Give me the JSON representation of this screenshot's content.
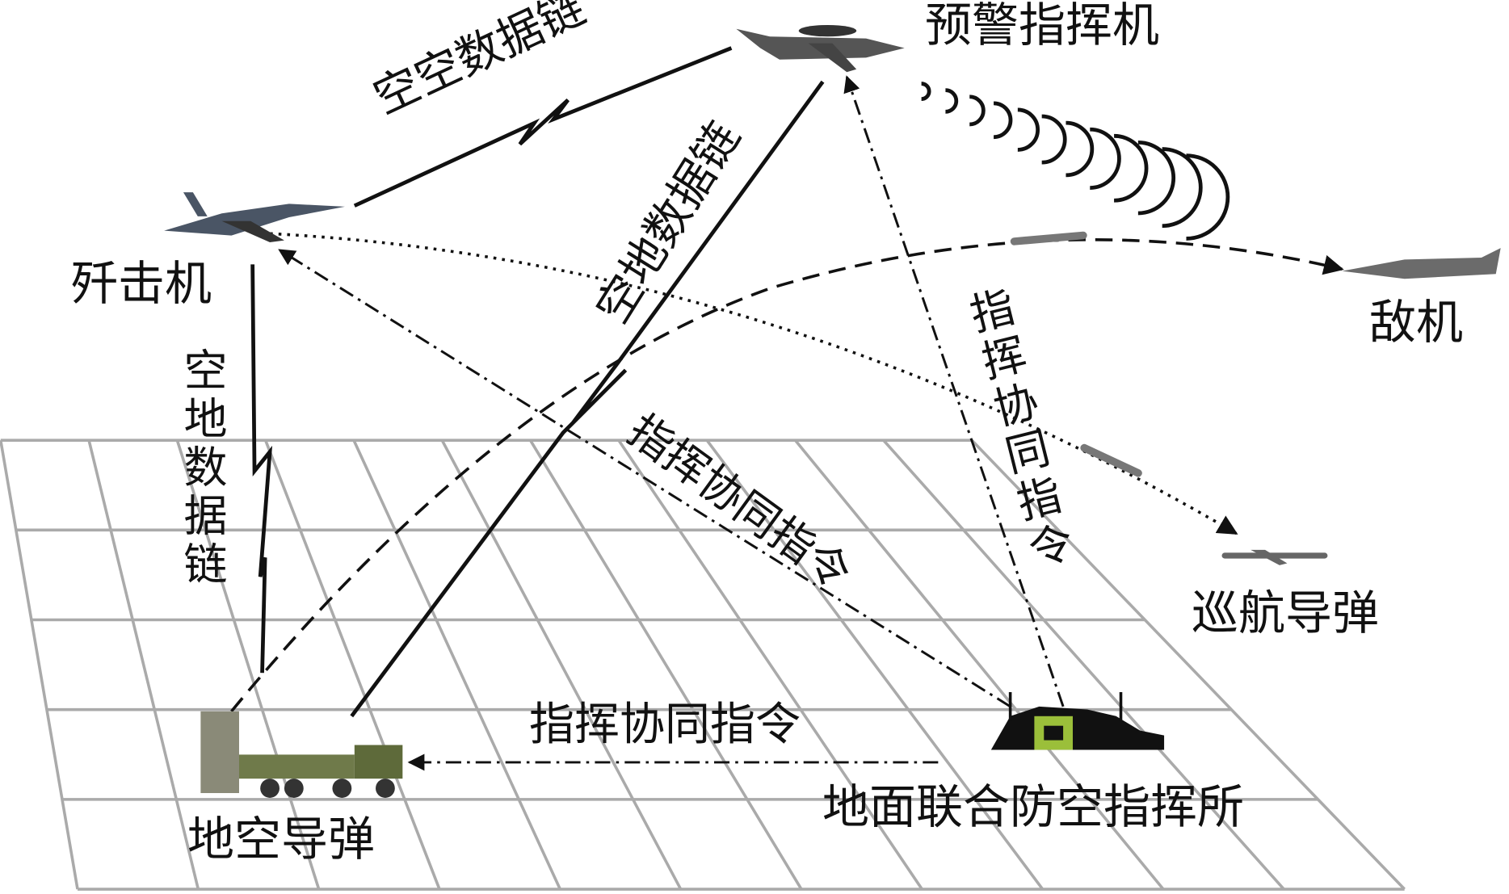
{
  "nodes": {
    "awacs": "预警指挥机",
    "fighter": "歼击机",
    "enemy": "敌机",
    "cruise_missile": "巡航导弹",
    "sam": "地空导弹",
    "command_post": "地面联合防空指挥所"
  },
  "links": {
    "air_air": "空空数据链",
    "air_ground_awacs": "空地数据链",
    "air_ground_fighter": "空地数据链",
    "cmd_to_awacs": "指挥协同指令",
    "cmd_to_fighter": "指挥协同指令",
    "cmd_to_sam": "指挥协同指令"
  },
  "colors": {
    "grid": "#aaaaaa",
    "line": "#111111",
    "sam_green": "#6f7a4a",
    "cmd_green": "#9bbf3a"
  }
}
